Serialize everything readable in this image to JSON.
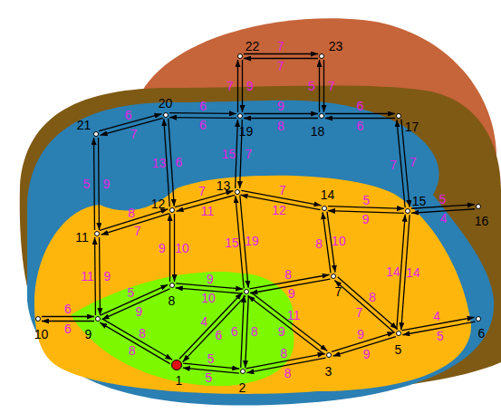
{
  "diagram": {
    "nodes": [
      {
        "text": [
          "1"
        ]
      },
      {
        "text": [
          "2"
        ]
      },
      {
        "text": [
          "3"
        ]
      },
      {
        "text": []
      },
      {
        "text": [
          "5"
        ]
      },
      {
        "text": [
          "6"
        ]
      },
      {
        "text": [
          "7"
        ]
      },
      {
        "text": [
          "8"
        ]
      },
      {
        "text": [
          "9"
        ]
      },
      {
        "text": [
          "10"
        ]
      },
      {
        "text": [
          "11"
        ]
      },
      {
        "text": [
          "12"
        ]
      },
      {
        "text": [
          "13"
        ]
      },
      {
        "text": [
          "14"
        ]
      },
      {
        "text": [
          "15"
        ]
      },
      {
        "text": [
          "16"
        ]
      },
      {
        "text": [
          "17"
        ]
      },
      {
        "text": [
          "18"
        ]
      },
      {
        "text": [
          "19"
        ]
      },
      {
        "text": [
          "20"
        ]
      },
      {
        "text": [
          "21"
        ]
      },
      {
        "text": [
          "22"
        ]
      },
      {
        "text": [
          "23"
        ]
      }
    ],
    "edges": [
      {
        "from": 21,
        "to": 22,
        "arrow": "to",
        "label": "7"
      },
      {
        "from": 22,
        "to": 21,
        "arrow": "to",
        "label": "7"
      },
      {
        "from": 21,
        "to": 18,
        "arrow": "to",
        "label": "9"
      },
      {
        "from": 18,
        "to": 21,
        "arrow": "to",
        "label": "7"
      },
      {
        "from": 22,
        "to": 17,
        "arrow": "to",
        "label": "7"
      },
      {
        "from": 17,
        "to": 22,
        "arrow": "to",
        "label": "5"
      },
      {
        "from": 18,
        "to": 17,
        "arrow": "to",
        "label": "9"
      },
      {
        "from": 17,
        "to": 18,
        "arrow": "to",
        "label": "8"
      },
      {
        "from": 17,
        "to": 16,
        "arrow": "to",
        "label": "6"
      },
      {
        "from": 16,
        "to": 17,
        "arrow": "to",
        "label": "6"
      },
      {
        "from": 19,
        "to": 18,
        "arrow": "to",
        "label": "6"
      },
      {
        "from": 18,
        "to": 19,
        "arrow": "to",
        "label": "6"
      },
      {
        "from": 20,
        "to": 19,
        "arrow": "to",
        "label": "6"
      },
      {
        "from": 19,
        "to": 20,
        "arrow": "to",
        "label": "7"
      },
      {
        "from": 20,
        "to": 10,
        "arrow": "to",
        "label": "9"
      },
      {
        "from": 10,
        "to": 20,
        "arrow": "to",
        "label": "5"
      },
      {
        "from": 19,
        "to": 11,
        "arrow": "to",
        "label": "6"
      },
      {
        "from": 11,
        "to": 19,
        "arrow": "to",
        "label": "13"
      },
      {
        "from": 18,
        "to": 12,
        "arrow": "to",
        "label": "7"
      },
      {
        "from": 12,
        "to": 18,
        "arrow": "to",
        "label": "15"
      },
      {
        "from": 11,
        "to": 12,
        "arrow": "to",
        "label": "7"
      },
      {
        "from": 12,
        "to": 11,
        "arrow": "to",
        "label": "11"
      },
      {
        "from": 11,
        "to": 10,
        "arrow": "to",
        "label": "7"
      },
      {
        "from": 10,
        "to": 11,
        "arrow": "to",
        "label": "8"
      },
      {
        "from": 12,
        "to": 13,
        "arrow": "to",
        "label": "7"
      },
      {
        "from": 13,
        "to": 12,
        "arrow": "to",
        "label": "12"
      },
      {
        "from": 13,
        "to": 14,
        "arrow": "to",
        "label": "5"
      },
      {
        "from": 14,
        "to": 13,
        "arrow": "to",
        "label": "9"
      },
      {
        "from": 14,
        "to": 15,
        "arrow": "to",
        "label": "5"
      },
      {
        "from": 15,
        "to": 14,
        "arrow": "to",
        "label": "4"
      },
      {
        "from": 16,
        "to": 14,
        "arrow": "to",
        "label": "7"
      },
      {
        "from": 14,
        "to": 16,
        "arrow": "to",
        "label": "7"
      },
      {
        "from": 10,
        "to": 8,
        "arrow": "to",
        "label": "9"
      },
      {
        "from": 8,
        "to": 10,
        "arrow": "to",
        "label": "11"
      },
      {
        "from": 11,
        "to": 7,
        "arrow": "to",
        "label": "10"
      },
      {
        "from": 7,
        "to": 11,
        "arrow": "to",
        "label": "9"
      },
      {
        "from": 12,
        "to": 3,
        "arrow": "to",
        "label": "19"
      },
      {
        "from": 3,
        "to": 12,
        "arrow": "to",
        "label": "15"
      },
      {
        "from": 13,
        "to": 6,
        "arrow": "to",
        "label": "10"
      },
      {
        "from": 6,
        "to": 13,
        "arrow": "to",
        "label": "8"
      },
      {
        "from": 14,
        "to": 4,
        "arrow": "to",
        "label": "14"
      },
      {
        "from": 4,
        "to": 14,
        "arrow": "to",
        "label": "14"
      },
      {
        "from": 8,
        "to": 9,
        "arrow": "to",
        "label": "6"
      },
      {
        "from": 9,
        "to": 8,
        "arrow": "to",
        "label": "6"
      },
      {
        "from": 8,
        "to": 7,
        "arrow": "to",
        "label": "5"
      },
      {
        "from": 7,
        "to": 8,
        "arrow": "to",
        "label": "9"
      },
      {
        "from": 7,
        "to": 3,
        "arrow": "to",
        "label": "9"
      },
      {
        "from": 3,
        "to": 7,
        "arrow": "to",
        "label": "10"
      },
      {
        "from": 3,
        "to": 6,
        "arrow": "to",
        "label": "8"
      },
      {
        "from": 6,
        "to": 3,
        "arrow": "to",
        "label": "9"
      },
      {
        "from": 6,
        "to": 4,
        "arrow": "to",
        "label": "8"
      },
      {
        "from": 4,
        "to": 6,
        "arrow": "to",
        "label": "7"
      },
      {
        "from": 8,
        "to": 0,
        "arrow": "to",
        "label": "8"
      },
      {
        "from": 0,
        "to": 8,
        "arrow": "to",
        "label": "8"
      },
      {
        "from": 0,
        "to": 3,
        "arrow": "to",
        "label": "4"
      },
      {
        "from": 3,
        "to": 0,
        "arrow": "to",
        "label": "6"
      },
      {
        "from": 0,
        "to": 1,
        "arrow": "to",
        "label": "5"
      },
      {
        "from": 1,
        "to": 0,
        "arrow": "to",
        "label": "5"
      },
      {
        "from": 3,
        "to": 1,
        "arrow": "to",
        "label": "8"
      },
      {
        "from": 1,
        "to": 3,
        "arrow": "to",
        "label": "6"
      },
      {
        "from": 3,
        "to": 2,
        "arrow": "to",
        "label": "11"
      },
      {
        "from": 2,
        "to": 3,
        "arrow": "to",
        "label": "9"
      },
      {
        "from": 1,
        "to": 2,
        "arrow": "to",
        "label": "8"
      },
      {
        "from": 2,
        "to": 1,
        "arrow": "to",
        "label": "8"
      },
      {
        "from": 2,
        "to": 4,
        "arrow": "to",
        "label": "9"
      },
      {
        "from": 4,
        "to": 2,
        "arrow": "to",
        "label": "9"
      },
      {
        "from": 4,
        "to": 5,
        "arrow": "to",
        "label": "4"
      },
      {
        "from": 5,
        "to": 4,
        "arrow": "to",
        "label": "5"
      }
    ]
  }
}
